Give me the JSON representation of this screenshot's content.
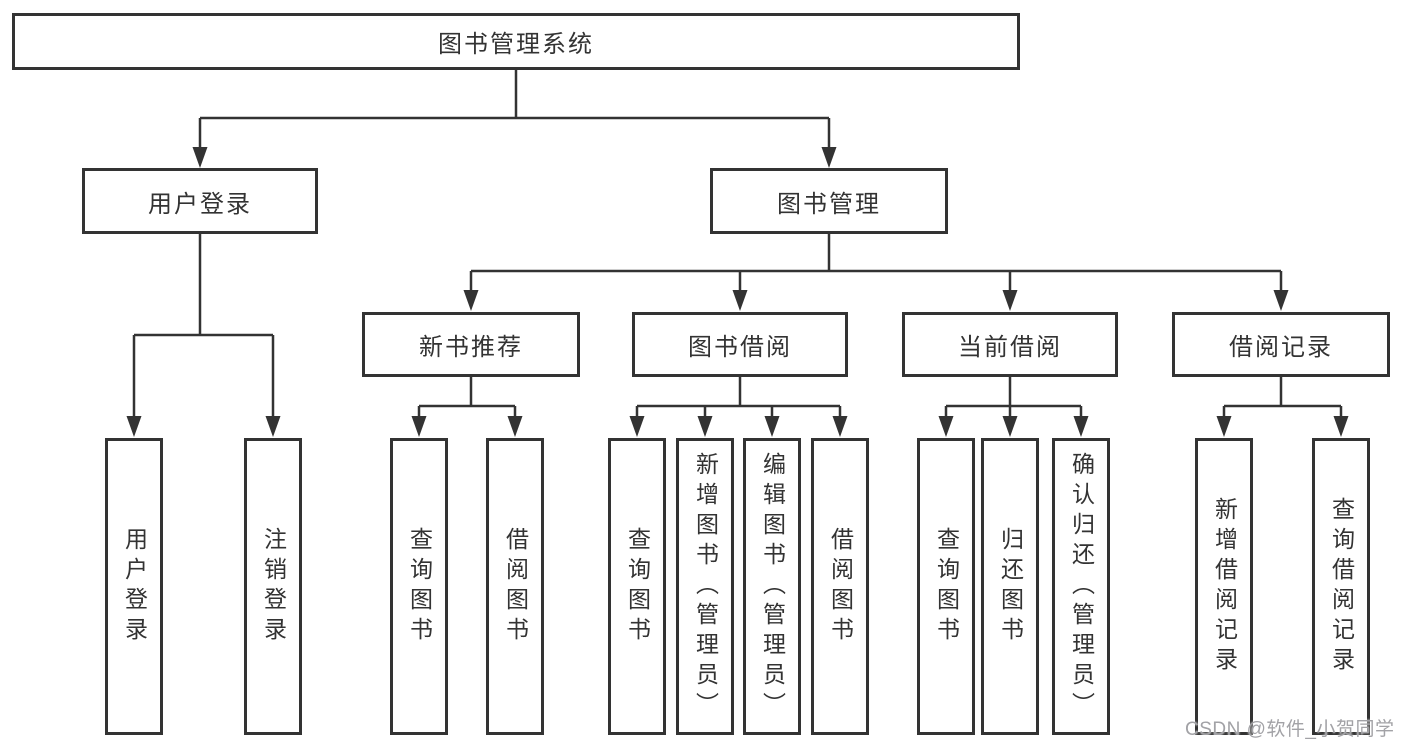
{
  "diagram": {
    "root": {
      "label": "图书管理系统"
    },
    "branches": {
      "user_login": {
        "label": "用户登录"
      },
      "book_management": {
        "label": "图书管理"
      }
    },
    "modules": {
      "new_book_rec": {
        "label": "新书推荐"
      },
      "book_borrow": {
        "label": "图书借阅"
      },
      "current_borrow": {
        "label": "当前借阅"
      },
      "borrow_records": {
        "label": "借阅记录"
      }
    },
    "leaves": {
      "user_login_login": {
        "label": "用户登录"
      },
      "user_login_logout": {
        "label": "注销登录"
      },
      "rec_query_books": {
        "label": "查询图书"
      },
      "rec_borrow_books": {
        "label": "借阅图书"
      },
      "borrow_query_books": {
        "label": "查询图书"
      },
      "borrow_add_books": {
        "label": "新增图书（管理员）"
      },
      "borrow_edit_books": {
        "label": "编辑图书（管理员）"
      },
      "borrow_borrow_books": {
        "label": "借阅图书"
      },
      "current_query_books": {
        "label": "查询图书"
      },
      "current_return_books": {
        "label": "归还图书"
      },
      "current_confirm_return": {
        "label": "确认归还（管理员）"
      },
      "records_add_record": {
        "label": "新增借阅记录"
      },
      "records_query_record": {
        "label": "查询借阅记录"
      }
    }
  },
  "watermark": {
    "text": "CSDN @软件_小贺同学"
  },
  "colors": {
    "line": "#333333",
    "box_border": "#333333",
    "text": "#333333",
    "watermark": "#a2a2a6",
    "background": "#ffffff"
  }
}
